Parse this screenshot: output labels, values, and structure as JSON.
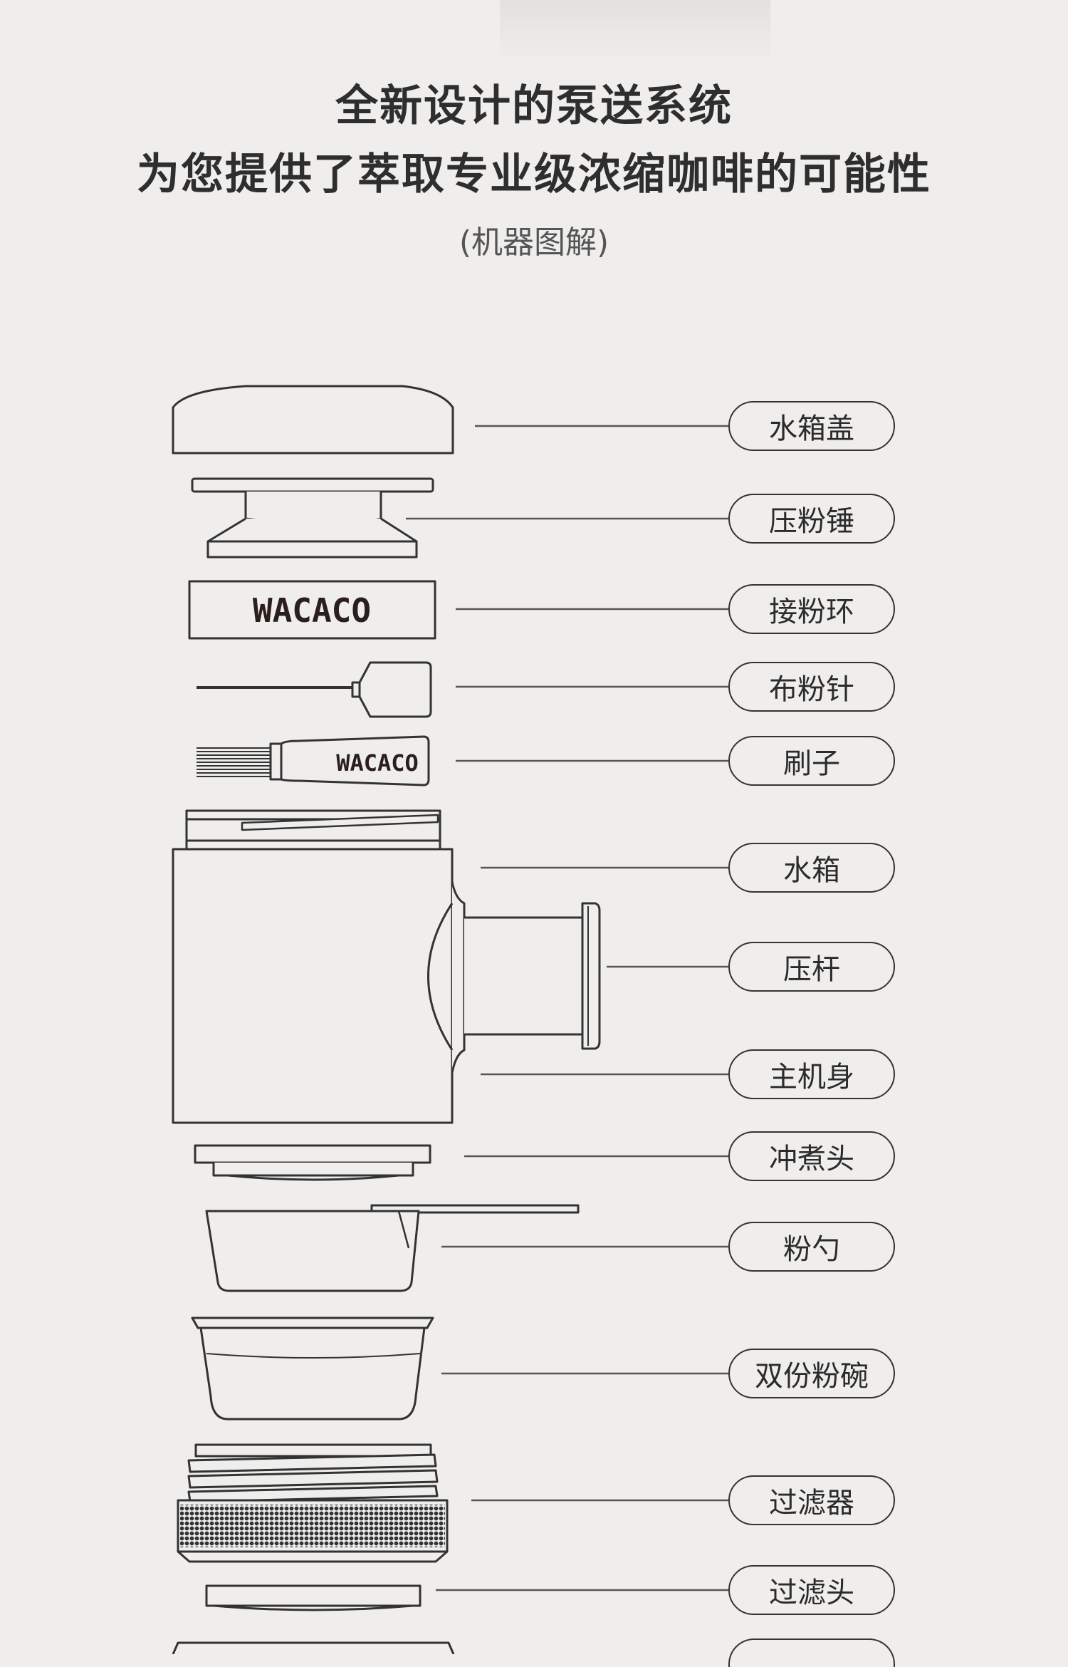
{
  "header": {
    "line1": "全新设计的泵送系统",
    "line2": "为您提供了萃取专业级浓缩咖啡的可能性",
    "subtitle": "(机器图解)"
  },
  "brand": "WACACO",
  "parts": [
    {
      "key": "tank_lid",
      "label": "水箱盖"
    },
    {
      "key": "tamper",
      "label": "压粉锤"
    },
    {
      "key": "funnel",
      "label": "接粉环"
    },
    {
      "key": "needle",
      "label": "布粉针"
    },
    {
      "key": "brush",
      "label": "刷子"
    },
    {
      "key": "water_tank",
      "label": "水箱"
    },
    {
      "key": "piston",
      "label": "压杆"
    },
    {
      "key": "main_body",
      "label": "主机身"
    },
    {
      "key": "brew_head",
      "label": "冲煮头"
    },
    {
      "key": "scoop",
      "label": "粉勺"
    },
    {
      "key": "double_basket",
      "label": "双份粉碗"
    },
    {
      "key": "filter",
      "label": "过滤器"
    },
    {
      "key": "filter_head",
      "label": "过滤头"
    }
  ],
  "colors": {
    "background": "#efeeec",
    "line": "#333333",
    "text": "#2b2b2b"
  }
}
